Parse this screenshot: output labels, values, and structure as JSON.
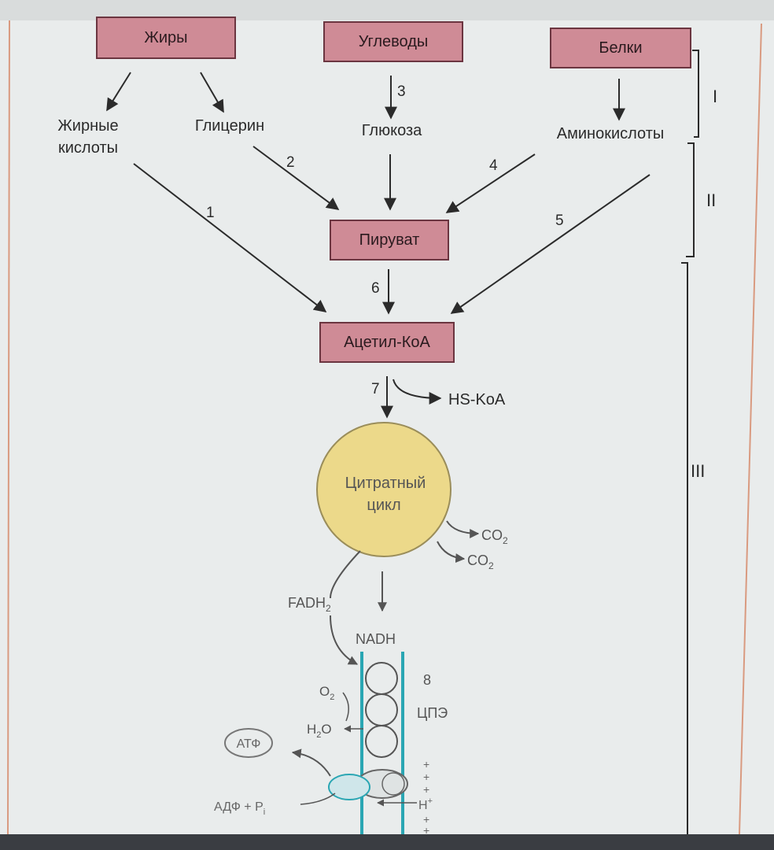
{
  "colors": {
    "box_fill": "#cf8b96",
    "box_stroke": "#6b3540",
    "circle_fill": "#ecd98a",
    "circle_stroke": "#9a8d5a",
    "chain_color": "#2aa6b3",
    "paper": "#e9ecec"
  },
  "boxes": {
    "fats": "Жиры",
    "carbs": "Углеводы",
    "proteins": "Белки",
    "pyruvate": "Пируват",
    "acetyl_coa": "Ацетил-КоА"
  },
  "nodes": {
    "fatty_acids_line1": "Жирные",
    "fatty_acids_line2": "кислоты",
    "glycerol": "Глицерин",
    "glucose": "Глюкоза",
    "amino_acids": "Аминокислоты",
    "hs_coa": "HS-KoA",
    "citric_line1": "Цитратный",
    "citric_line2": "цикл",
    "co2_a": "CO",
    "co2_b": "CO",
    "co2_sub": "2",
    "fadh2": "FADH",
    "fadh2_sub": "2",
    "nadh": "NADH",
    "o2": "O",
    "o2_sub": "2",
    "h2o_a": "H",
    "h2o_sub": "2",
    "h2o_b": "O",
    "etc_number": "8",
    "etc": "ЦПЭ",
    "atp": "АТФ",
    "adp": "АДФ + P",
    "adp_sub": "i",
    "h_plus": "H",
    "h_plus_sup": "+",
    "plus_marks": "+"
  },
  "step_numbers": [
    "1",
    "2",
    "3",
    "4",
    "5",
    "6",
    "7"
  ],
  "stages": [
    "I",
    "II",
    "III"
  ]
}
